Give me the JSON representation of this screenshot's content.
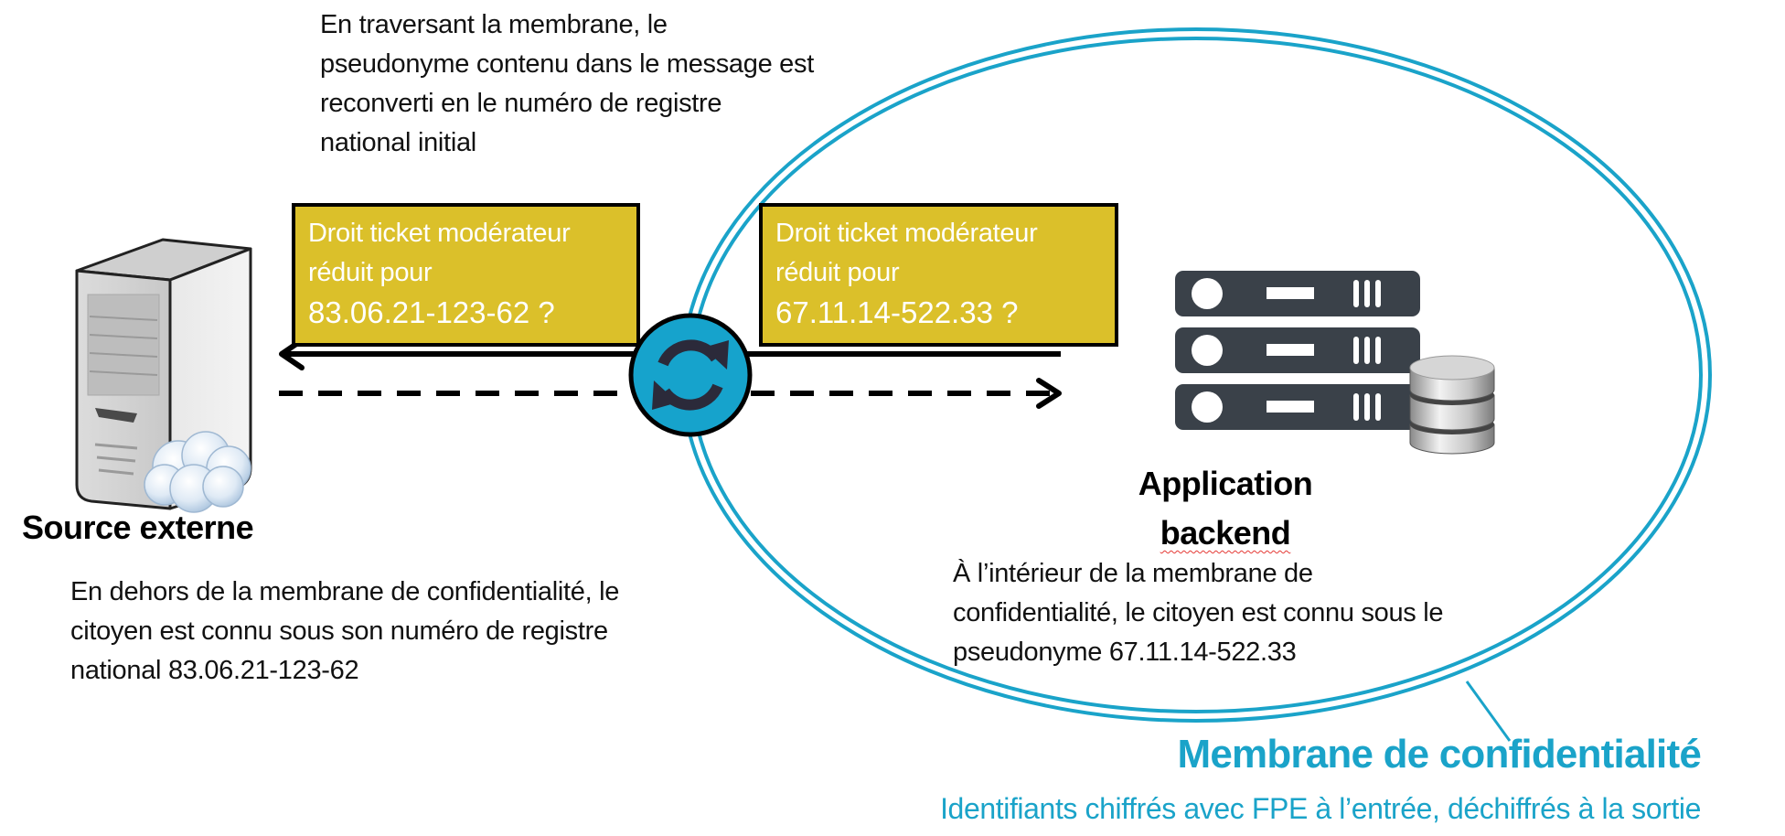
{
  "diagram": {
    "top_note": {
      "lines": [
        "En traversant la membrane, le",
        "pseudonyme contenu dans le message est",
        "reconverti en le numéro de registre",
        "national initial"
      ]
    },
    "message_outside": {
      "line1": "Droit ticket modérateur",
      "line2": "réduit pour",
      "identifier": "83.06.21-123-62 ?"
    },
    "message_inside": {
      "line1": "Droit ticket modérateur",
      "line2": "réduit pour",
      "identifier": "67.11.14-522.33 ?"
    },
    "source": {
      "label": "Source externe",
      "icon": "server-tower-cloud-icon",
      "description": [
        "En dehors de la membrane de confidentialité, le",
        "citoyen est connu sous son numéro de registre",
        "national 83.06.21-123-62"
      ]
    },
    "backend": {
      "label_line1": "Application",
      "label_line2": "backend",
      "icon": "server-rack-database-icon",
      "description": [
        "À l’intérieur de la membrane de",
        "confidentialité, le citoyen est connu sous le",
        "pseudonyme 67.11.14-522.33"
      ]
    },
    "converter": {
      "icon": "sync-icon"
    },
    "membrane": {
      "title": "Membrane de confidentialité",
      "subtitle": "Identifiants chiffrés avec FPE à l’entrée, déchiffrés à la sortie"
    },
    "colors": {
      "membrane_blue": "#1aa3c9",
      "message_gold": "#dbc02a",
      "server_dark": "#3a4149",
      "sync_dark": "#2b2a3a"
    }
  }
}
